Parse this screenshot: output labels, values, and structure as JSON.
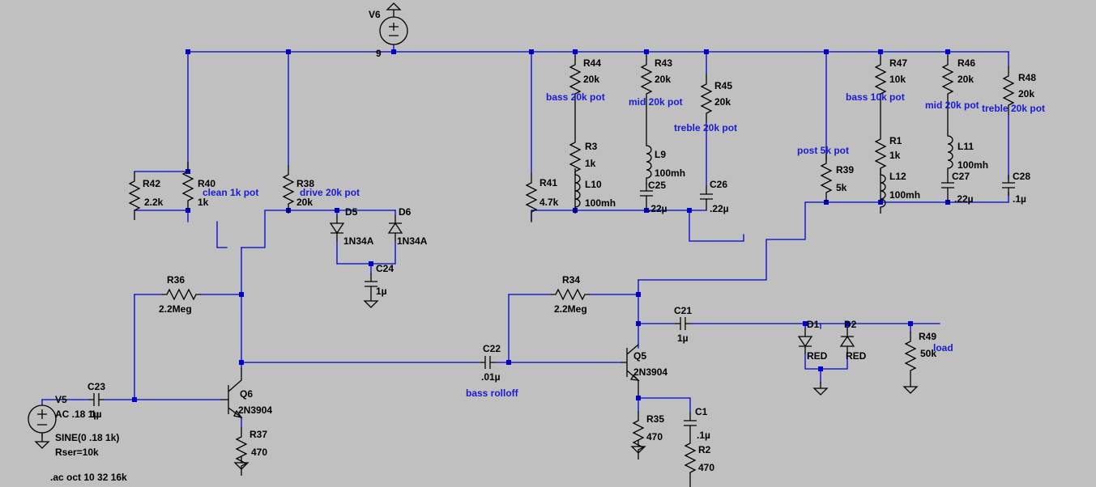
{
  "schematic": {
    "components": [
      {
        "ref": "V6",
        "value": "9"
      },
      {
        "ref": "R44",
        "value": "20k"
      },
      {
        "ref": "R43",
        "value": "20k"
      },
      {
        "ref": "R45",
        "value": "20k"
      },
      {
        "ref": "R47",
        "value": "10k"
      },
      {
        "ref": "R46",
        "value": "20k"
      },
      {
        "ref": "R48",
        "value": "20k"
      },
      {
        "ref": "R3",
        "value": "1k"
      },
      {
        "ref": "L10",
        "value": "100mh"
      },
      {
        "ref": "L9",
        "value": "100mh"
      },
      {
        "ref": "C25",
        "value": ".22µ"
      },
      {
        "ref": "C26",
        "value": ".22µ"
      },
      {
        "ref": "R41",
        "value": "4.7k"
      },
      {
        "ref": "R39",
        "value": "5k"
      },
      {
        "ref": "R1",
        "value": "1k"
      },
      {
        "ref": "L12",
        "value": "100mh"
      },
      {
        "ref": "L11",
        "value": "100mh"
      },
      {
        "ref": "C27",
        "value": ".22µ"
      },
      {
        "ref": "C28",
        "value": ".1µ"
      },
      {
        "ref": "R42",
        "value": "2.2k"
      },
      {
        "ref": "R40",
        "value": "1k"
      },
      {
        "ref": "R38",
        "value": "20k"
      },
      {
        "ref": "D5",
        "value": "1N34A"
      },
      {
        "ref": "D6",
        "value": "1N34A"
      },
      {
        "ref": "C24",
        "value": "1µ"
      },
      {
        "ref": "R36",
        "value": "2.2Meg"
      },
      {
        "ref": "R34",
        "value": "2.2Meg"
      },
      {
        "ref": "C21",
        "value": "1µ"
      },
      {
        "ref": "D1",
        "value": "RED"
      },
      {
        "ref": "D2",
        "value": "RED"
      },
      {
        "ref": "R49",
        "value": "50k"
      },
      {
        "ref": "C22",
        "value": ".01µ"
      },
      {
        "ref": "Q5",
        "value": "2N3904"
      },
      {
        "ref": "Q6",
        "value": "2N3904"
      },
      {
        "ref": "C23",
        "value": "1µ"
      },
      {
        "ref": "R35",
        "value": "470"
      },
      {
        "ref": "R37",
        "value": "470"
      },
      {
        "ref": "C1",
        "value": ".1µ"
      },
      {
        "ref": "R2",
        "value": "470"
      }
    ],
    "source_v5": {
      "ref": "V5",
      "line1": "AC .18 1µ",
      "line2": "SINE(0 .18 1k)",
      "line3": "Rser=10k"
    },
    "comments": [
      "bass 20k pot",
      "mid 20k pot",
      "treble 20k pot",
      "bass 10k pot",
      "mid 20k pot",
      "treble 20k pot",
      "post 5k pot",
      "clean 1k pot",
      "drive 20k pot",
      "bass rolloff",
      "load"
    ],
    "directive": ".ac oct 10 32 16k"
  }
}
